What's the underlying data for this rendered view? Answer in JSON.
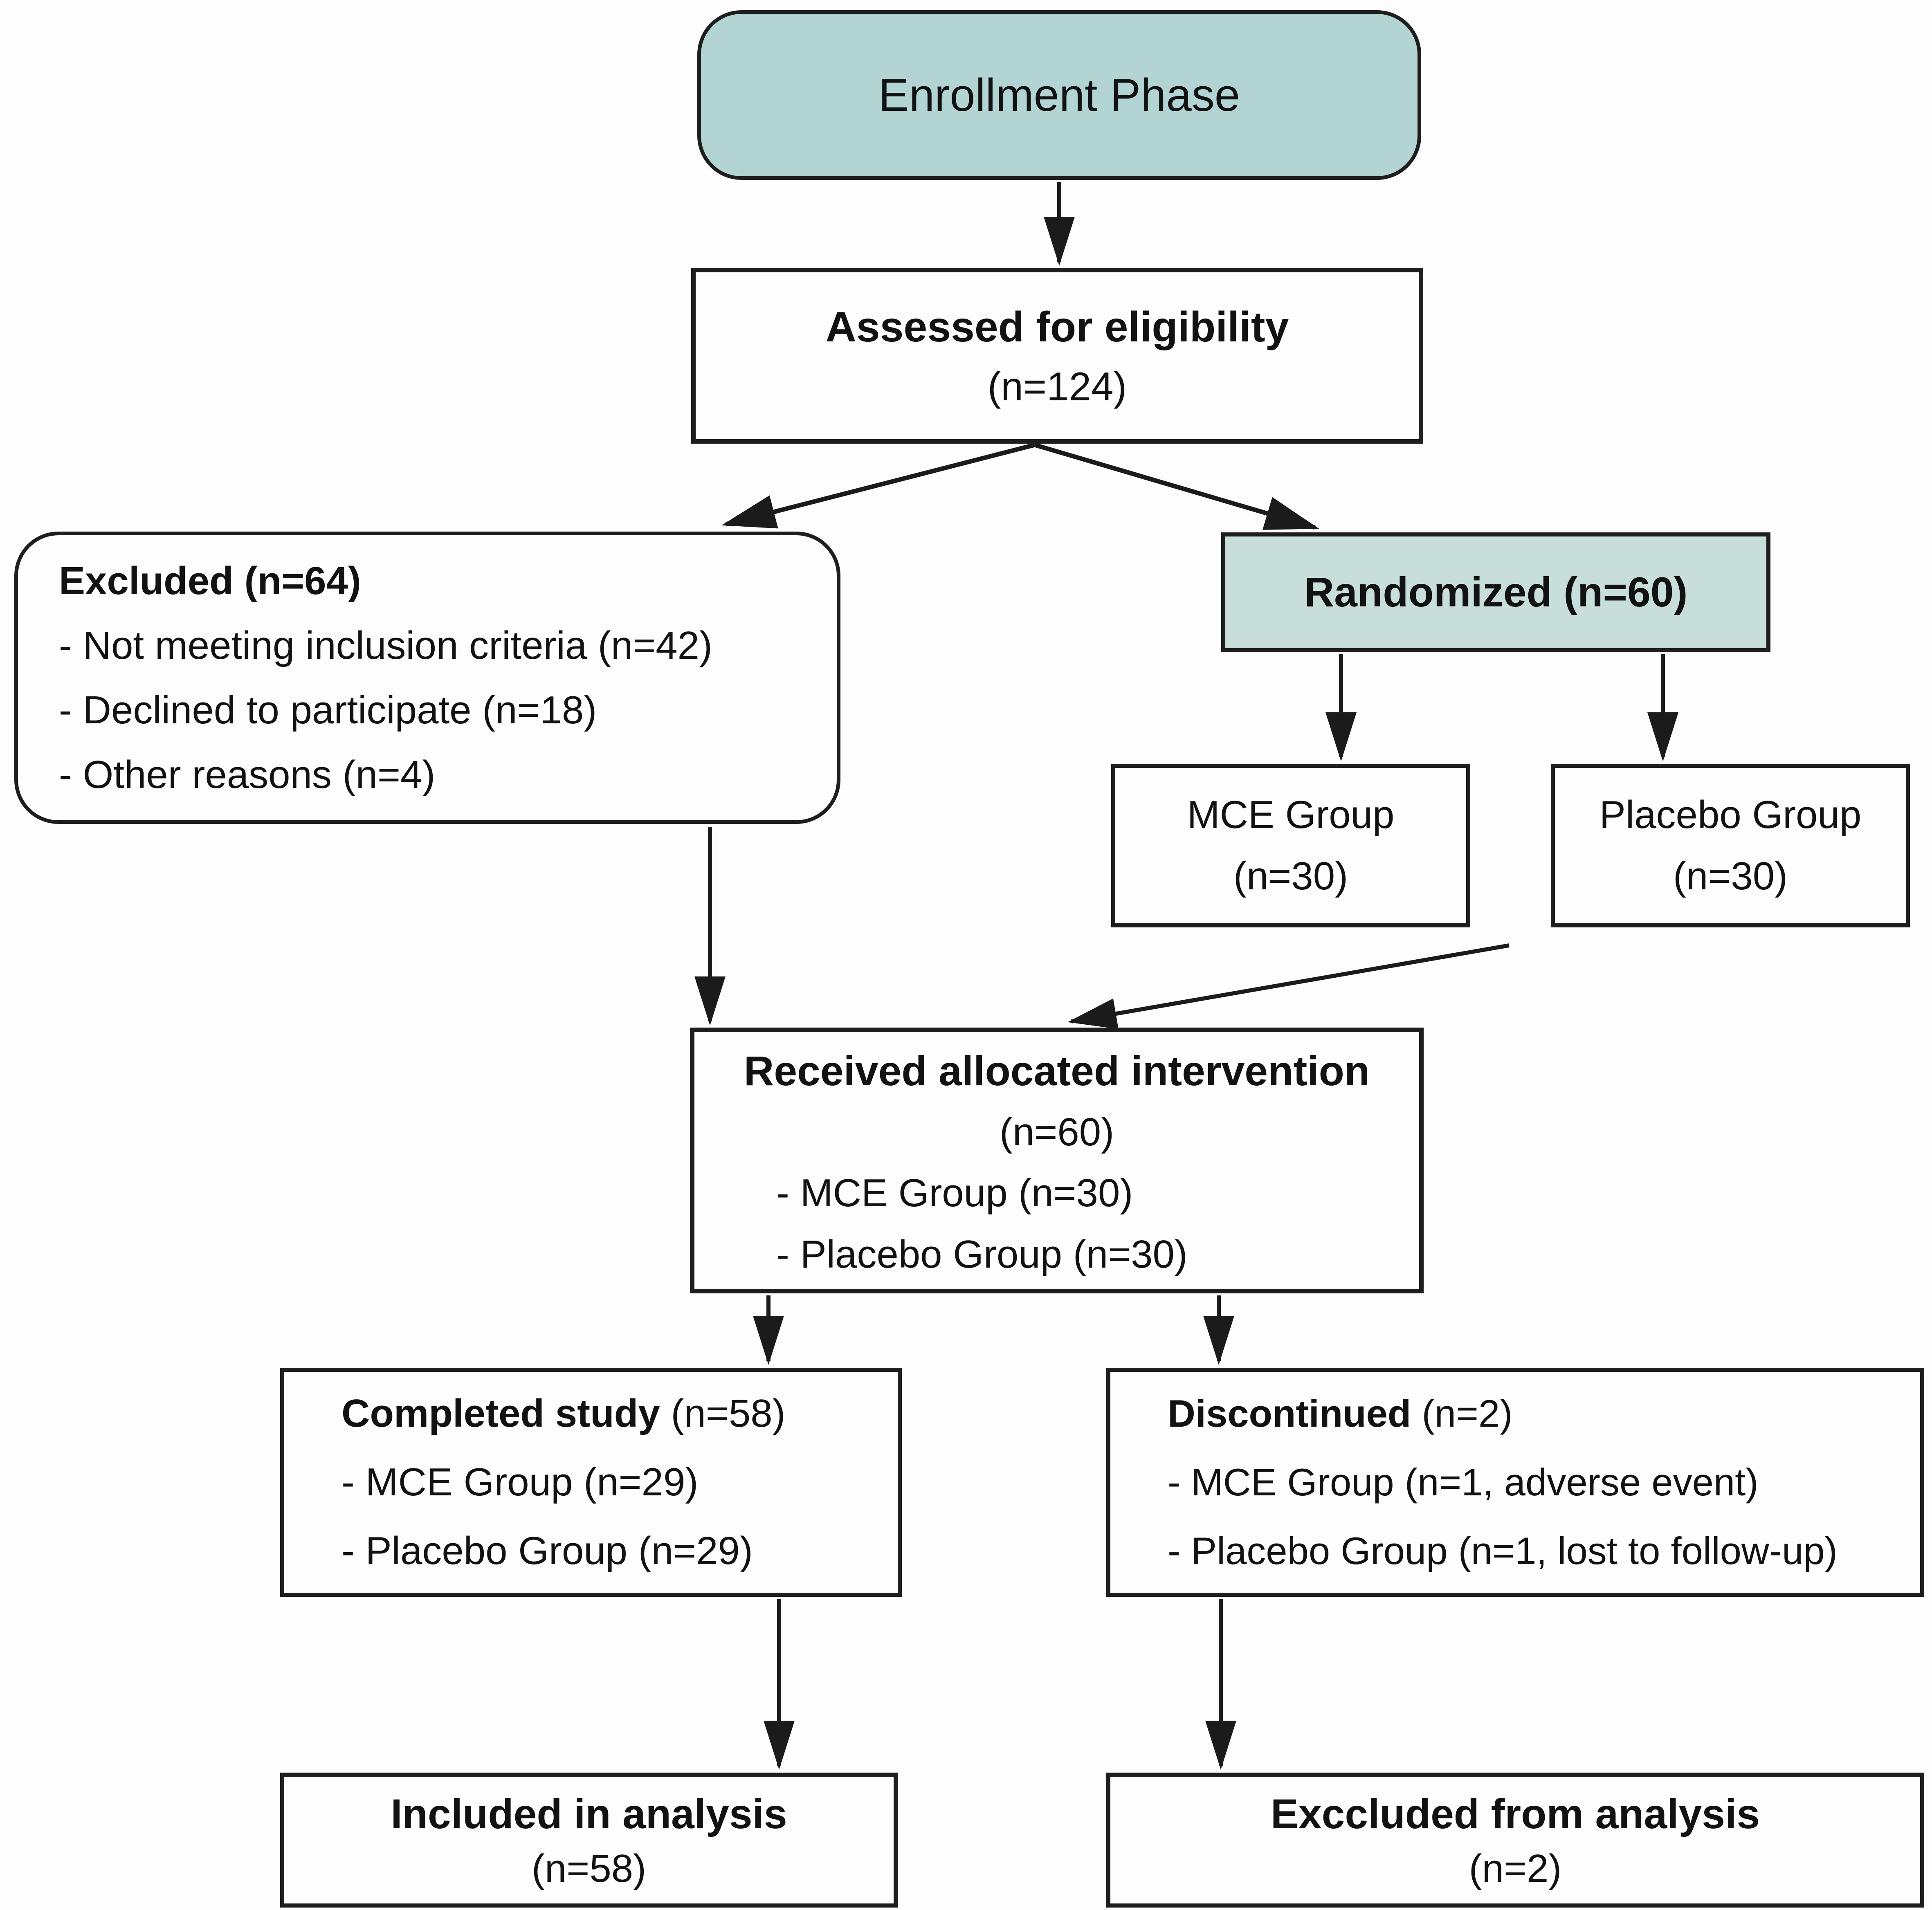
{
  "colors": {
    "phase_box_fill": "#b2d4d2",
    "randomized_box_fill": "#c7dedb",
    "box_border": "#1e1e1e",
    "arrow": "#1b1b1b",
    "text": "#121212",
    "background": "#fdfdfd"
  },
  "boxes": {
    "enrollment": {
      "label": "Enrollment Phase"
    },
    "assessed": {
      "title": "Assessed for eligibility",
      "n": "(n=124)"
    },
    "excluded": {
      "title": "Excluded (n=64)",
      "items": [
        "- Not meeting inclusion criteria (n=42)",
        "- Declined to participate (n=18)",
        "- Other reasons (n=4)"
      ]
    },
    "randomized": {
      "label": "Randomized (n=60)"
    },
    "mce": {
      "line1": "MCE Group",
      "line2": "(n=30)"
    },
    "placebo": {
      "line1": "Placebo Group",
      "line2": "(n=30)"
    },
    "received": {
      "title": "Received allocated intervention",
      "n": "(n=60)",
      "items": [
        "- MCE Group (n=30)",
        "- Placebo Group (n=30)"
      ]
    },
    "completed": {
      "title_bold": "Completed study",
      "title_rest": " (n=58)",
      "items": [
        "- MCE Group (n=29)",
        "- Placebo Group (n=29)"
      ]
    },
    "discontinued": {
      "title_bold": "Discontinued",
      "title_rest": " (n=2)",
      "items": [
        "- MCE Group (n=1, adverse event)",
        "- Placebo Group (n=1, lost to follow-up)"
      ]
    },
    "included": {
      "title": "Included in analysis",
      "n": "(n=58)"
    },
    "excluded_analysis": {
      "title": "Exccluded from analysis",
      "n": "(n=2)"
    }
  }
}
